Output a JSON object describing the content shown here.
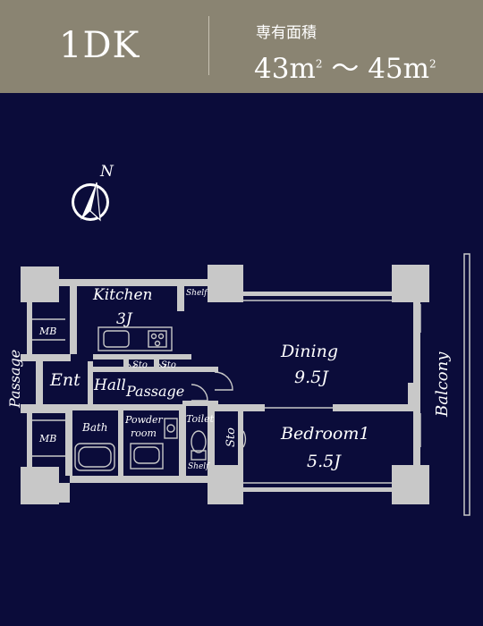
{
  "header": {
    "type": "1DK",
    "area_label": "専有面積",
    "area_min": "43m",
    "area_sep": " 〜 ",
    "area_max": "45m",
    "area_sup": "2"
  },
  "compass": {
    "label": "N"
  },
  "rooms": {
    "kitchen": "Kitchen",
    "kitchen_size": "3J",
    "dining": "Dining",
    "dining_size": "9.5J",
    "bedroom": "Bedroom1",
    "bedroom_size": "5.5J",
    "ent": "Ent",
    "hall": "Hall",
    "passage_inner": "Passage",
    "passage_outer": "Passage",
    "bath": "Bath",
    "powder_1": "Powder",
    "powder_2": "room",
    "toilet": "Toilet",
    "mb_top": "MB",
    "mb_bottom": "MB",
    "sto_1": "Sto",
    "sto_2": "Sto",
    "sto_3": "Sto",
    "shelf_top": "Shelf",
    "shelf_bottom": "Shelf",
    "balcony": "Balcony"
  },
  "colors": {
    "background": "#0b0c3a",
    "header": "#8a8472",
    "wall": "#c8c8c8"
  }
}
